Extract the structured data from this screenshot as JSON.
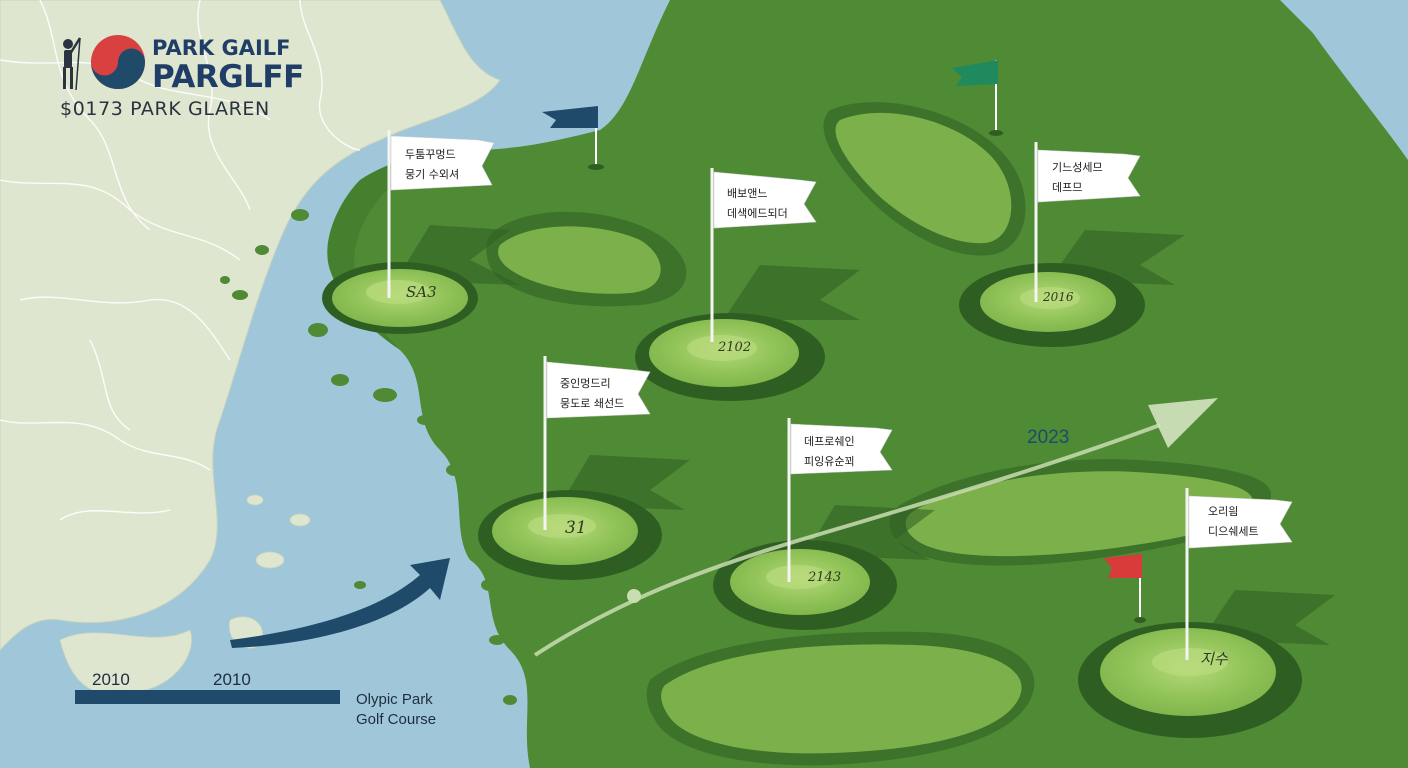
{
  "header": {
    "title_line1": "PARK GAILF",
    "title_line2": "PARGLFF",
    "subtitle": "$0173 PARK GLAREN",
    "flag_icon": "korean-taegeuk-icon",
    "golfer_icon": "golfer-icon"
  },
  "flags": [
    {
      "line1": "두툼꾸멍드",
      "line2": "뭉기 수외셔",
      "hole": "SA3"
    },
    {
      "line1": "배보앤느",
      "line2": "데색에드되더",
      "hole": "2102"
    },
    {
      "line1": "기느성세므",
      "line2": "데프므",
      "hole": "2016"
    },
    {
      "line1": "중인멍드리",
      "line2": "뭉도로 쇄선드",
      "hole": "31"
    },
    {
      "line1": "데프로쉐인",
      "line2": "피잉유순꾀",
      "hole": "2143"
    },
    {
      "line1": "오리읨",
      "line2": "디으쉐세트",
      "hole": "지수"
    }
  ],
  "timeline": {
    "year_left": "2010",
    "year_mid": "2010",
    "year_arrow": "2023"
  },
  "legend": {
    "line1": "Olypic Park",
    "line2": "Golf Course"
  },
  "colors": {
    "water": "#9fc7d9",
    "land": "#dfe6cf",
    "course": "#4f8a35",
    "green": "#8dc057",
    "navy": "#1f4a6a",
    "flag_green": "#1e8a5e",
    "flag_red": "#d93a3a"
  }
}
